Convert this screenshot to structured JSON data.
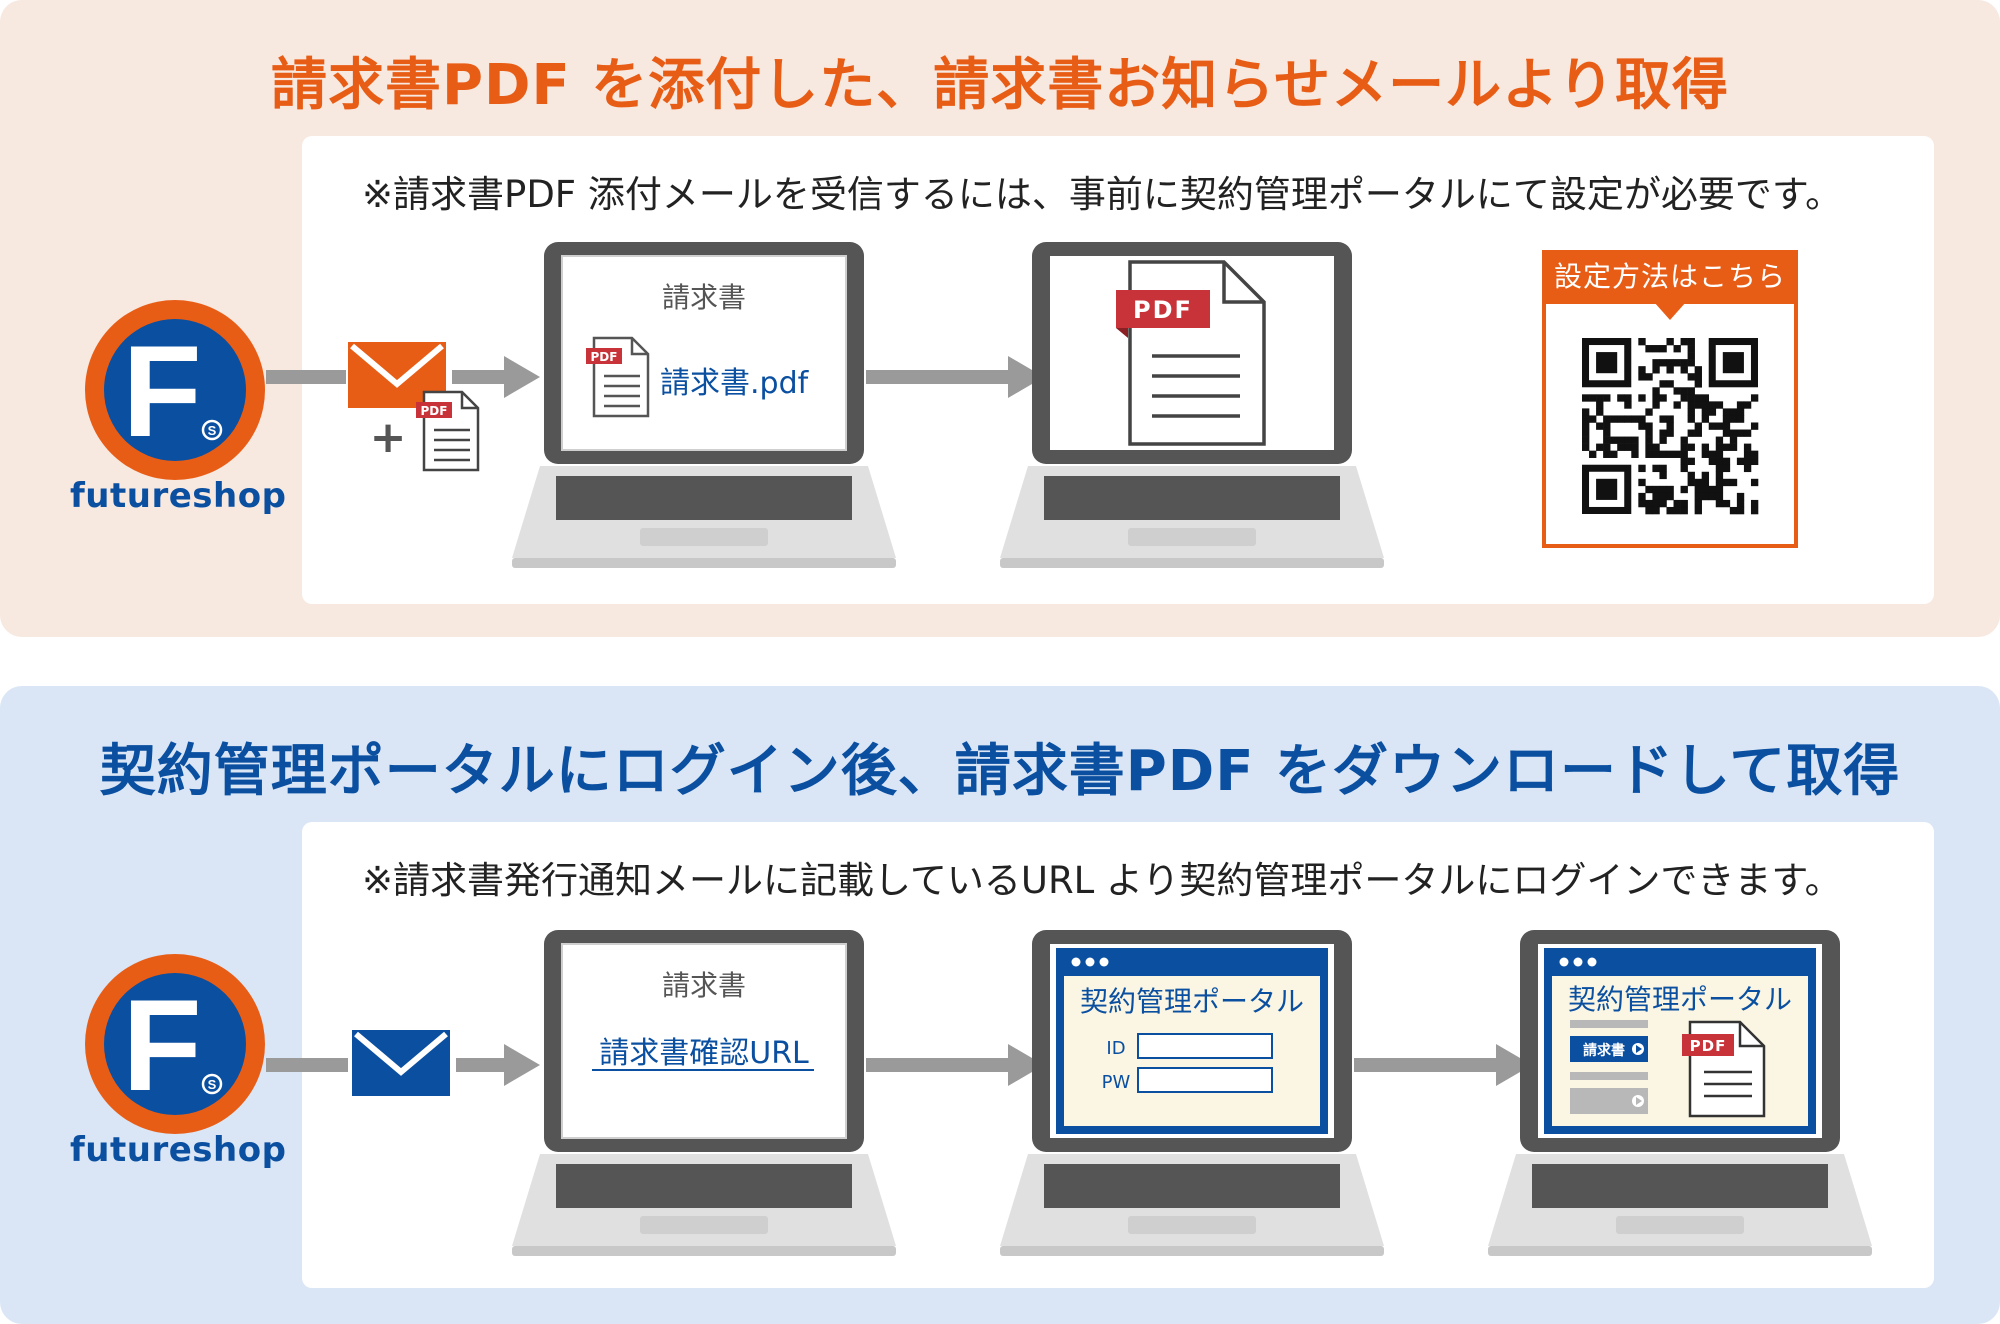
{
  "colors": {
    "orange": "#e85d16",
    "blue": "#0a4fa0",
    "top_panel_bg": "#f7e8e0",
    "bottom_panel_bg": "#dae6f6",
    "laptop_gray": "#555555",
    "arrow_gray": "#9a9a9a"
  },
  "brand": {
    "letter": "F",
    "mark": "S",
    "wordmark": "futureshop"
  },
  "top": {
    "title": "請求書PDF を添付した、請求書お知らせメールより取得",
    "note": "※請求書PDF 添付メールを受信するには、事前に契約管理ポータルにて設定が必要です。",
    "laptop1": {
      "heading": "請求書",
      "file_name": "請求書.pdf",
      "file_badge": "PDF"
    },
    "laptop2": {
      "doc_badge": "PDF"
    },
    "attach_plus": "+",
    "attach_badge": "PDF",
    "qr": {
      "label": "設定方法はこちら"
    }
  },
  "bottom": {
    "title": "契約管理ポータルにログイン後、請求書PDF をダウンロードして取得",
    "note": "※請求書発行通知メールに記載しているURL より契約管理ポータルにログインできます。",
    "laptop1": {
      "heading": "請求書",
      "link": "請求書確認URL"
    },
    "laptop2": {
      "portal_title": "契約管理ポータル",
      "id_label": "ID",
      "pw_label": "PW"
    },
    "laptop3": {
      "portal_title": "契約管理ポータル",
      "button_label": "請求書",
      "doc_badge": "PDF"
    }
  }
}
